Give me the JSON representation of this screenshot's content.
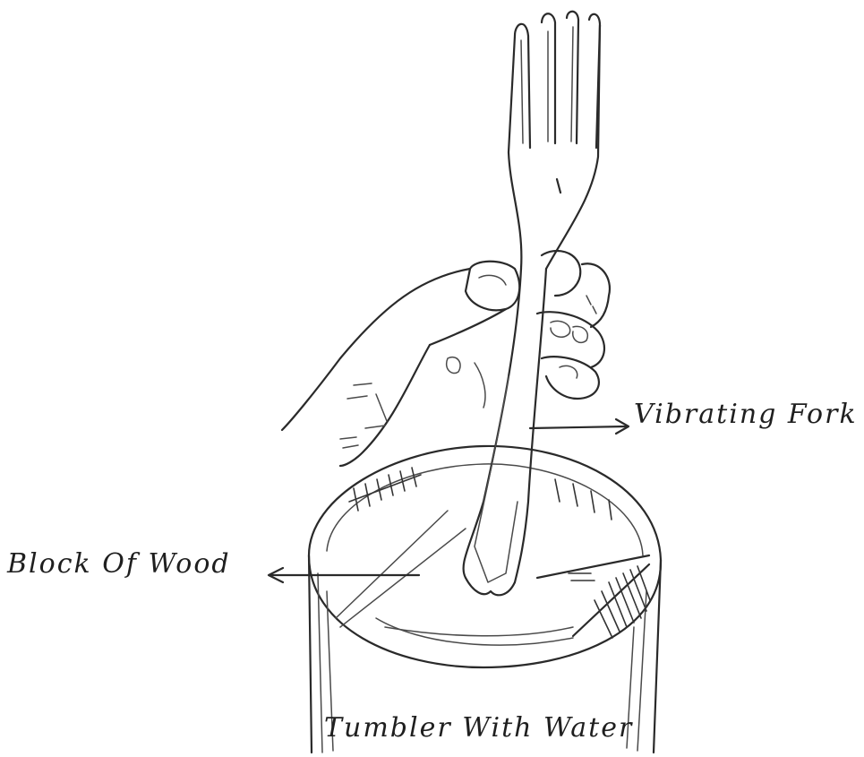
{
  "labels": {
    "vibrating_fork": "Vibrating Fork",
    "block_of_wood": "Block Of Wood",
    "tumbler_with_water": "Tumbler With Water"
  },
  "colors": {
    "ink": "#2a2a2a",
    "paper": "#ffffff"
  }
}
